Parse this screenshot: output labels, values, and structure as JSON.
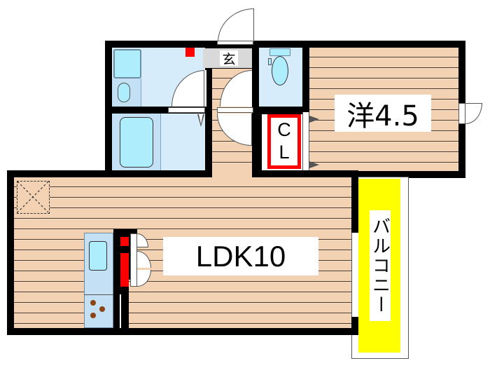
{
  "floor_plan": {
    "rooms": {
      "western_room": {
        "label": "洋4.5"
      },
      "ldk": {
        "label": "LDK10"
      },
      "entrance": {
        "label": "玄"
      },
      "closet": {
        "label_line1": "C",
        "label_line2": "L"
      },
      "balcony": {
        "label": "バルコニー"
      }
    },
    "colors": {
      "wall": "#000000",
      "wood_floor": "#f3d1b3",
      "wet_area": "#d6ecfb",
      "fixture": "#aeeefc",
      "accent_red": "#ff0000",
      "balcony": "#ffff00",
      "entrance_floor": "#d9d9d9",
      "stove_burner": "#8b4513"
    }
  }
}
